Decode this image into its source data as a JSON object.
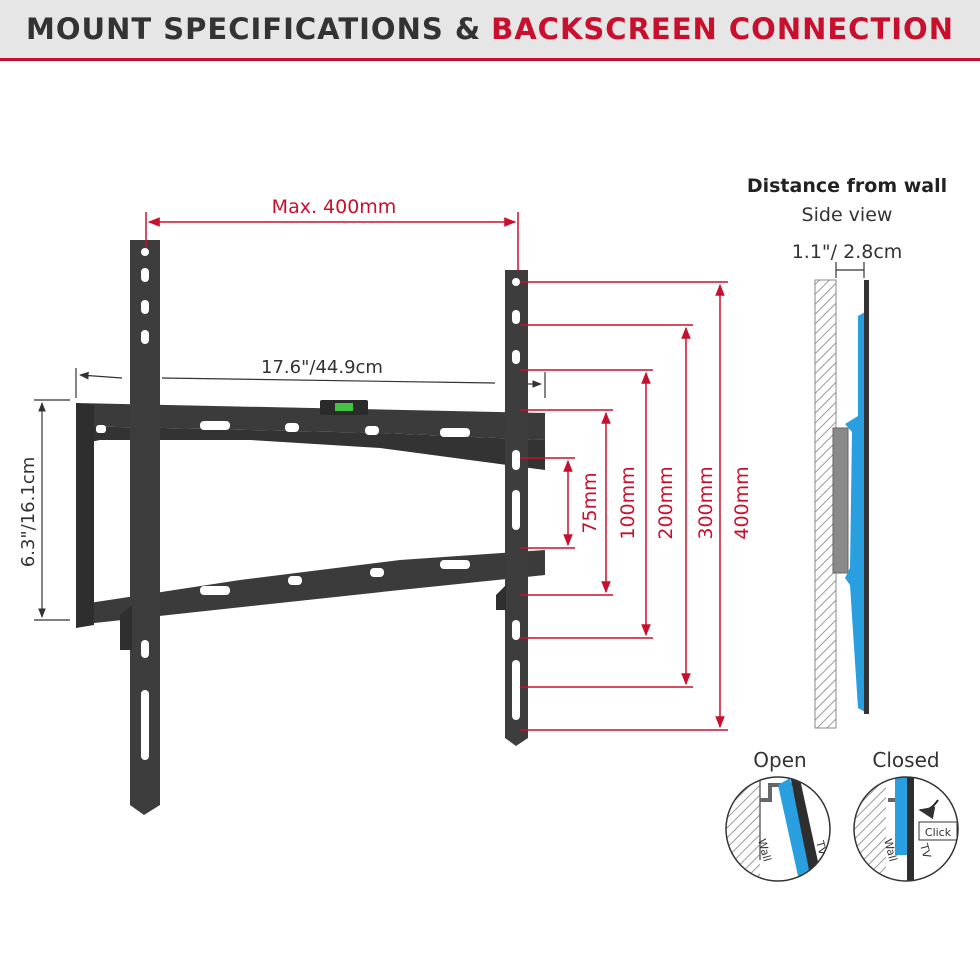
{
  "header": {
    "title_part1": "MOUNT SPECIFICATIONS &",
    "title_part2": "BACKSCREEN CONNECTION"
  },
  "dims": {
    "max_width": "Max. 400mm",
    "mount_width": "17.6\"/44.9cm",
    "mount_height": "6.3\"/16.1cm",
    "v75": "75mm",
    "v100": "100mm",
    "v200": "200mm",
    "v300": "300mm",
    "v400": "400mm"
  },
  "side": {
    "title": "Distance from wall",
    "subtitle": "Side view",
    "distance": "1.1\"/ 2.8cm"
  },
  "detail": {
    "open_label": "Open",
    "closed_label": "Closed",
    "wall": "Wall",
    "tv": "TV",
    "click": "Click"
  },
  "colors": {
    "accent": "#c8102e",
    "metal": "#3d3d3d",
    "tv_blue": "#2a9fe0",
    "header_bg": "#e6e6e6"
  }
}
